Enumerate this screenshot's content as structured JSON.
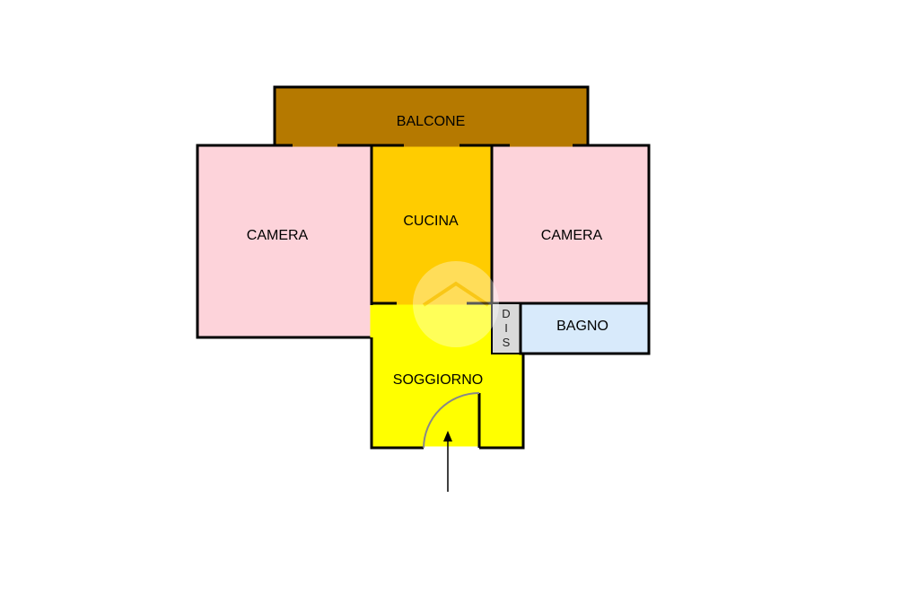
{
  "floorplan": {
    "rooms": {
      "balcone": {
        "label": "BALCONE",
        "color": "#b57900"
      },
      "camera_left": {
        "label": "CAMERA",
        "color": "#fdd3da"
      },
      "cucina": {
        "label": "CUCINA",
        "color": "#ffcc00"
      },
      "camera_right": {
        "label": "CAMERA",
        "color": "#fdd3da"
      },
      "dis": {
        "label_lines": [
          "D",
          "I",
          "S"
        ],
        "color": "#d9d9d9"
      },
      "bagno": {
        "label": "BAGNO",
        "color": "#d8eafb"
      },
      "soggiorno": {
        "label": "SOGGIORNO",
        "color": "#ffff00"
      }
    },
    "wall_color": "#000000",
    "watermark_color": "#ffffff"
  }
}
